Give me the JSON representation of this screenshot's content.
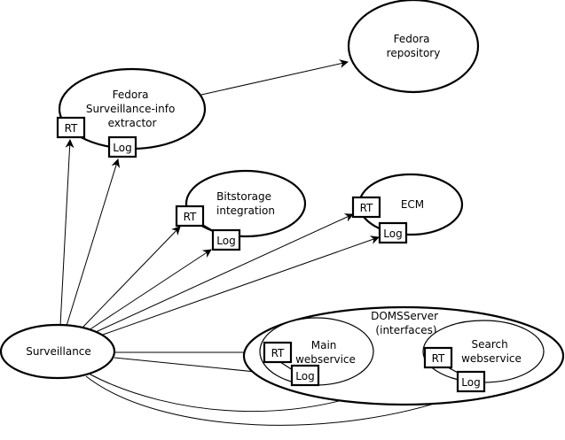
{
  "diagram": {
    "nodes": {
      "fedora_repository": {
        "lines": [
          "Fedora",
          "repository"
        ]
      },
      "extractor": {
        "lines": [
          "Fedora",
          "Surveillance-info",
          "extractor"
        ]
      },
      "bitstorage": {
        "lines": [
          "Bitstorage",
          "integration"
        ]
      },
      "ecm": {
        "lines": [
          "ECM"
        ]
      },
      "surveillance": {
        "lines": [
          "Surveillance"
        ]
      },
      "domsserver": {
        "lines": [
          "DOMSServer",
          "(interfaces)"
        ]
      },
      "main_ws": {
        "lines": [
          "Main",
          "webservice"
        ]
      },
      "search_ws": {
        "lines": [
          "Search",
          "webservice"
        ]
      }
    },
    "ports": {
      "rt": "RT",
      "log": "Log"
    },
    "edges": [
      {
        "from": "extractor",
        "to": "fedora_repository"
      },
      {
        "from": "surveillance",
        "to": "extractor.RT"
      },
      {
        "from": "surveillance",
        "to": "extractor.Log"
      },
      {
        "from": "surveillance",
        "to": "bitstorage.RT"
      },
      {
        "from": "surveillance",
        "to": "bitstorage.Log"
      },
      {
        "from": "surveillance",
        "to": "ecm.RT"
      },
      {
        "from": "surveillance",
        "to": "ecm.Log"
      },
      {
        "from": "surveillance",
        "to": "main_ws.RT"
      },
      {
        "from": "surveillance",
        "to": "main_ws.Log"
      },
      {
        "from": "surveillance",
        "to": "search_ws.RT"
      },
      {
        "from": "surveillance",
        "to": "search_ws.Log"
      }
    ]
  }
}
